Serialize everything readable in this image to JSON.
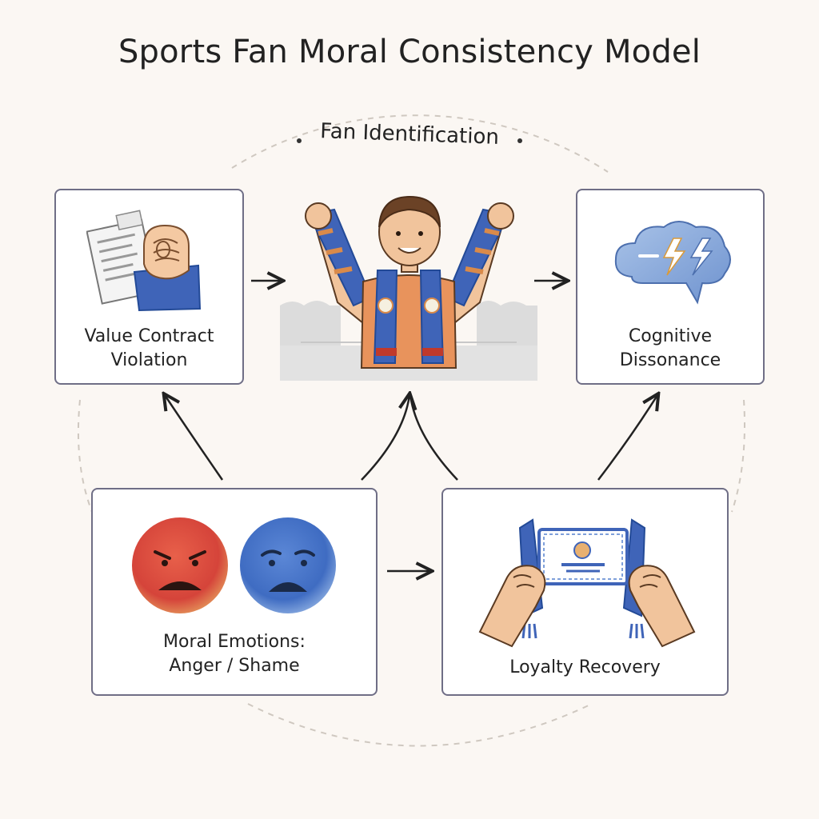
{
  "title": "Sports Fan Moral Consistency Model",
  "cycle_label": "Fan Identification",
  "nodes": {
    "value_contract": {
      "label_line1": "Value Contract",
      "label_line2": "Violation",
      "icon": "contract-fist-icon"
    },
    "central_fan": {
      "icon": "cheering-fan-scarf-icon"
    },
    "cognitive_dissonance": {
      "label_line1": "Cognitive",
      "label_line2": "Dissonance",
      "icon": "storm-thought-cloud-icon"
    },
    "moral_emotions": {
      "label_line1": "Moral Emotions:",
      "label_line2": "Anger / Shame",
      "icon": "angry-and-ashamed-faces-icon"
    },
    "loyalty_recovery": {
      "label": "Loyalty Recovery",
      "icon": "hands-holding-scarf-icon"
    }
  },
  "colors": {
    "box_border": "#6f6e86",
    "scarf_blue": "#3f64b8",
    "scarf_orange": "#d98a4a",
    "anger_red": "#d9483b",
    "shame_blue": "#4a78c8",
    "cycle_dash": "#cfc8c0"
  }
}
